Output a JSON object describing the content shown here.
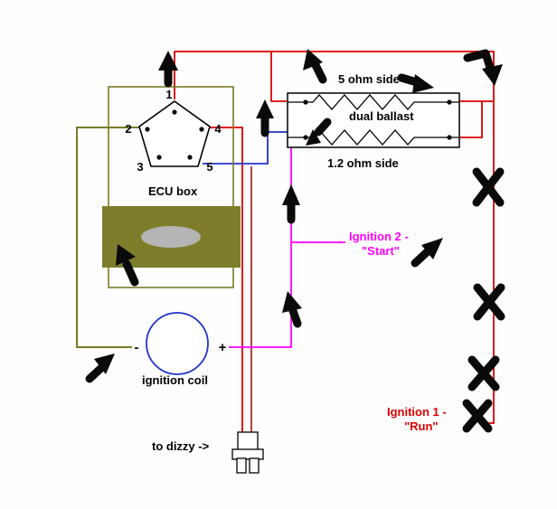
{
  "palette": {
    "red": "#dd0000",
    "blue": "#2233cc",
    "magenta": "#ff00ff",
    "olive": "#7a7a28",
    "dark_red": "#a03030",
    "marker": "#0a0a0a",
    "ecu_fill": "#7d7d2b",
    "ellipse_fill": "#b5b5b5",
    "outline": "#000000"
  },
  "ballast": {
    "label_top": "5 ohm side",
    "label_mid": "dual ballast",
    "label_bottom": "1.2 ohm side"
  },
  "ecu": {
    "label": "ECU box",
    "pins": [
      "1",
      "2",
      "3",
      "4",
      "5"
    ]
  },
  "coil": {
    "label": "ignition coil",
    "minus": "-",
    "plus": "+"
  },
  "dizzy_label": "to dizzy ->",
  "ignition2": {
    "line1": "Ignition 2 -",
    "line2": "\"Start\""
  },
  "ignition1": {
    "line1": "Ignition 1 -",
    "line2": "\"Run\""
  }
}
